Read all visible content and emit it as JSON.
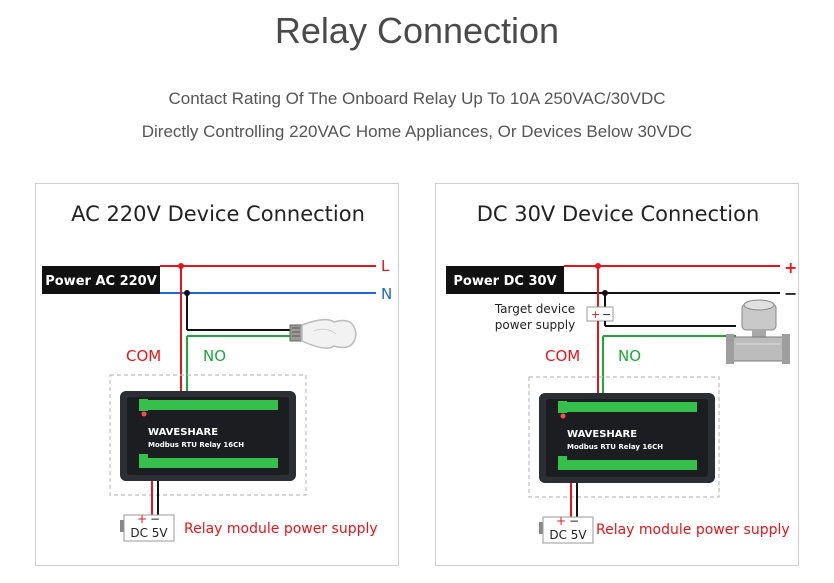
{
  "header": {
    "title": "Relay Connection",
    "line1": "Contact Rating Of The Onboard Relay Up To 10A 250VAC/30VDC",
    "line2": "Directly Controlling 220VAC Home Appliances, Or Devices Below 30VDC"
  },
  "ac_panel": {
    "title": "AC 220V Device Connection",
    "power_label": "Power AC 220V",
    "line_l": "L",
    "line_n": "N",
    "com_label": "COM",
    "no_label": "NO",
    "board_brand": "WAVESHARE",
    "board_model": "Modbus RTU Relay 16CH",
    "supply_plus": "+",
    "supply_minus": "−",
    "supply_label": "DC 5V",
    "supply_caption": "Relay module power supply"
  },
  "dc_panel": {
    "title": "DC 30V Device Connection",
    "power_label": "Power DC 30V",
    "line_plus": "+",
    "line_minus": "−",
    "target_label_1": "Target device",
    "target_label_2": "power supply",
    "target_plus": "+",
    "target_minus": "−",
    "com_label": "COM",
    "no_label": "NO",
    "board_brand": "WAVESHARE",
    "board_model": "Modbus RTU Relay 16CH",
    "supply_plus": "+",
    "supply_minus": "−",
    "supply_label": "DC 5V",
    "supply_caption": "Relay module power supply"
  },
  "colors": {
    "red": "#e8141b",
    "green": "#1da83a",
    "blue": "#1c66d6",
    "black": "#111111"
  }
}
